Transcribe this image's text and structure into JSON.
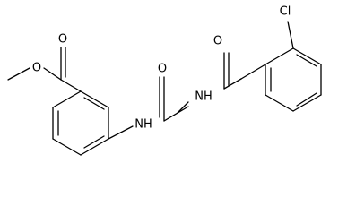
{
  "molecule": {
    "atoms": {
      "o_ester_carbonyl": "O",
      "o_ester_ether": "O",
      "o_urea_carbonyl": "O",
      "o_benzoyl_carbonyl": "O",
      "n_anilide": "NH",
      "n_imide": "NH",
      "cl": "Cl"
    },
    "colors": {
      "bond": "#000000",
      "label": "#000000",
      "background": "#ffffff"
    }
  }
}
